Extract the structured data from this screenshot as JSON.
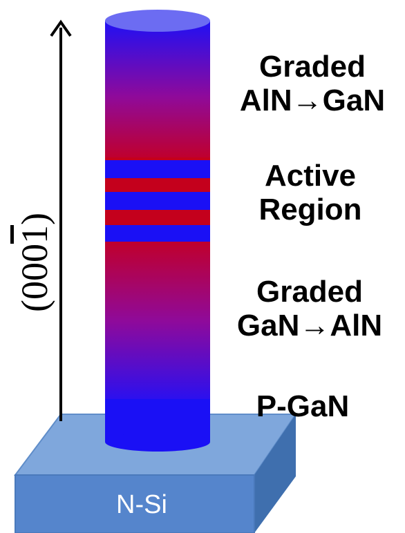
{
  "diagram": {
    "layers": {
      "top_label": [
        "Graded",
        "AlN→GaN"
      ],
      "active_label": [
        "Active",
        "Region"
      ],
      "bottom_label": [
        "Graded",
        "GaN→AlN"
      ],
      "pgan_label": "P-GaN"
    },
    "substrate_label": "N-Si",
    "axis_label": {
      "prefix": "(000",
      "barred": "1",
      "suffix": ")"
    },
    "colors": {
      "blue": "#1a10f5",
      "red": "#c4001c",
      "substrate_top": "#7fa7dc",
      "substrate_front": "#5585cc",
      "substrate_side": "#3f6fae"
    }
  }
}
